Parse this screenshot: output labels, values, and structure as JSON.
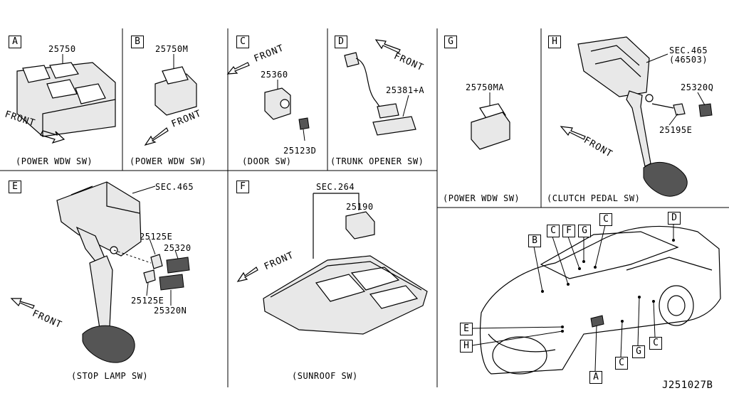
{
  "panels": {
    "A": {
      "letter": "A",
      "part": "25750",
      "caption": "(POWER WDW SW)",
      "front": "FRONT"
    },
    "B": {
      "letter": "B",
      "part": "25750M",
      "caption": "(POWER WDW SW)",
      "front": "FRONT"
    },
    "C": {
      "letter": "C",
      "part1": "25360",
      "part2": "25123D",
      "caption": "(DOOR SW)",
      "front": "FRONT"
    },
    "D": {
      "letter": "D",
      "part": "25381+A",
      "caption": "(TRUNK OPENER SW)",
      "front": "FRONT"
    },
    "G": {
      "letter": "G",
      "part": "25750MA",
      "caption": "(POWER WDW SW)"
    },
    "H": {
      "letter": "H",
      "sec": "SEC.465",
      "sec_sub": "(46503)",
      "part1": "25320Q",
      "part2": "25195E",
      "caption": "(CLUTCH PEDAL SW)",
      "front": "FRONT"
    },
    "E": {
      "letter": "E",
      "sec": "SEC.465",
      "part1": "25125E",
      "part2": "25320",
      "part3": "25125E",
      "part4": "25320N",
      "caption": "(STOP LAMP SW)",
      "front": "FRONT"
    },
    "F": {
      "letter": "F",
      "sec": "SEC.264",
      "part": "25190",
      "caption": "(SUNROOF SW)",
      "front": "FRONT"
    },
    "car": {
      "callouts": [
        "B",
        "C",
        "F",
        "G",
        "C",
        "D",
        "E",
        "H",
        "C",
        "G",
        "C",
        "A"
      ]
    }
  },
  "diagram_id": "J251027B"
}
